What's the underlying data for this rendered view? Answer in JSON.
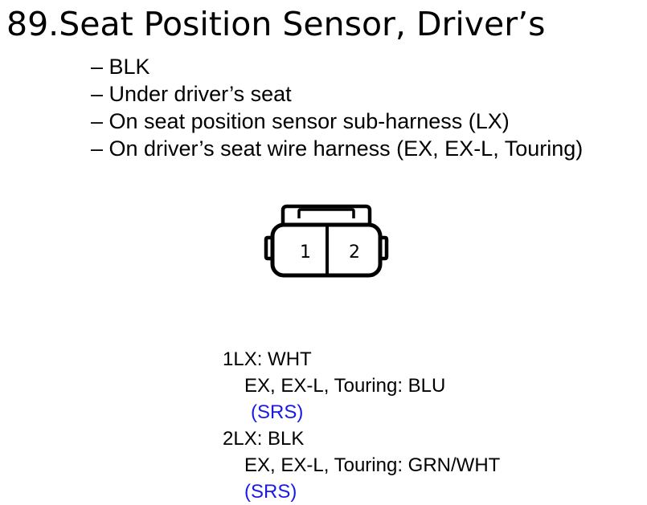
{
  "title": "89.Seat Position Sensor, Driver’s",
  "details": [
    "– BLK",
    "– Under driver’s seat",
    "– On seat position sensor sub-harness (LX)",
    "– On driver’s seat wire harness (EX, EX-L, Touring)"
  ],
  "connector": {
    "terminals": [
      "1",
      "2"
    ]
  },
  "pins": [
    {
      "number": "1",
      "lx": "LX: WHT",
      "ex": "EX, EX-L, Touring: BLU",
      "note": "(SRS)"
    },
    {
      "number": "2",
      "lx": "LX: BLK",
      "ex": "EX, EX-L, Touring: GRN/WHT",
      "note": "(SRS)"
    }
  ],
  "colors": {
    "text": "#000000",
    "srs_note": "#1a1ae6"
  }
}
